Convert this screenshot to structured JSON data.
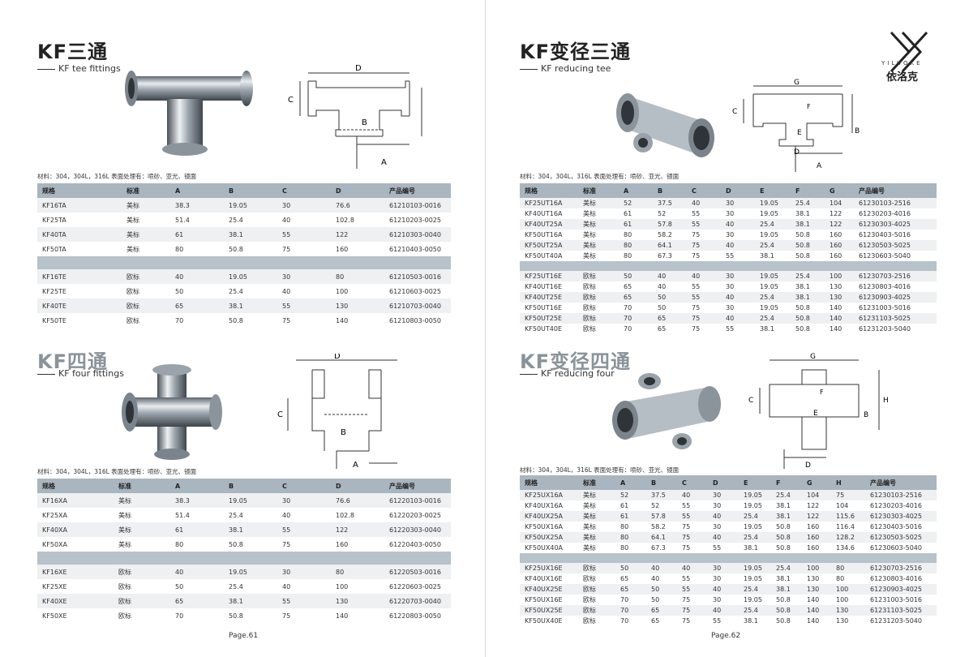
{
  "left": {
    "tee": {
      "title": "KF三通",
      "subtitle": "KF tee fittings",
      "material": "材料：304，304L，316L  表面处理有：喷砂、亚光、镜面",
      "headers": [
        "规格",
        "标准",
        "A",
        "B",
        "C",
        "D",
        "产品编号"
      ],
      "rows_us": [
        [
          "KF16TA",
          "美标",
          "38.3",
          "19.05",
          "30",
          "76.6",
          "61210103-0016"
        ],
        [
          "KF25TA",
          "美标",
          "51.4",
          "25.4",
          "40",
          "102.8",
          "61210203-0025"
        ],
        [
          "KF40TA",
          "美标",
          "61",
          "38.1",
          "55",
          "122",
          "61210303-0040"
        ],
        [
          "KF50TA",
          "美标",
          "80",
          "50.8",
          "75",
          "160",
          "61210403-0050"
        ]
      ],
      "rows_eu": [
        [
          "KF16TE",
          "欧标",
          "40",
          "19.05",
          "30",
          "80",
          "61210503-0016"
        ],
        [
          "KF25TE",
          "欧标",
          "50",
          "25.4",
          "40",
          "100",
          "61210603-0025"
        ],
        [
          "KF40TE",
          "欧标",
          "65",
          "38.1",
          "55",
          "130",
          "61210703-0040"
        ],
        [
          "KF50TE",
          "欧标",
          "70",
          "50.8",
          "75",
          "140",
          "61210803-0050"
        ]
      ]
    },
    "cross": {
      "title": "KF四通",
      "subtitle": "KF four fittings",
      "material": "材料：304，304L，316L  表面处理有：喷砂、亚光、镜面",
      "headers": [
        "规格",
        "标准",
        "A",
        "B",
        "C",
        "D",
        "产品编号"
      ],
      "rows_us": [
        [
          "KF16XA",
          "美标",
          "38.3",
          "19.05",
          "30",
          "76.6",
          "61220103-0016"
        ],
        [
          "KF25XA",
          "美标",
          "51.4",
          "25.4",
          "40",
          "102.8",
          "61220203-0025"
        ],
        [
          "KF40XA",
          "美标",
          "61",
          "38.1",
          "55",
          "122",
          "61220303-0040"
        ],
        [
          "KF50XA",
          "美标",
          "80",
          "50.8",
          "75",
          "160",
          "61220403-0050"
        ]
      ],
      "rows_eu": [
        [
          "KF16XE",
          "欧标",
          "40",
          "19.05",
          "30",
          "80",
          "61220503-0016"
        ],
        [
          "KF25XE",
          "欧标",
          "50",
          "25.4",
          "40",
          "100",
          "61220603-0025"
        ],
        [
          "KF40XE",
          "欧标",
          "65",
          "38.1",
          "55",
          "130",
          "61220703-0040"
        ],
        [
          "KF50XE",
          "欧标",
          "70",
          "50.8",
          "75",
          "140",
          "61220803-0050"
        ]
      ]
    },
    "page": "Page.61"
  },
  "right": {
    "logo": {
      "brand": "YILUOKE",
      "cn": "依洛克"
    },
    "rtee": {
      "title": "KF变径三通",
      "subtitle": "KF reducing tee",
      "material": "材料：304，304L，316L  表面处理有：喷砂、亚光、镜面",
      "headers": [
        "规格",
        "标准",
        "A",
        "B",
        "C",
        "D",
        "E",
        "F",
        "G",
        "产品编号"
      ],
      "rows_us": [
        [
          "KF25UT16A",
          "美标",
          "52",
          "37.5",
          "40",
          "30",
          "19.05",
          "25.4",
          "104",
          "61230103-2516"
        ],
        [
          "KF40UT16A",
          "美标",
          "61",
          "52",
          "55",
          "30",
          "19.05",
          "38.1",
          "122",
          "61230203-4016"
        ],
        [
          "KF40UT25A",
          "美标",
          "61",
          "57.8",
          "55",
          "40",
          "25.4",
          "38.1",
          "122",
          "61230303-4025"
        ],
        [
          "KF50UT16A",
          "美标",
          "80",
          "58.2",
          "75",
          "30",
          "19.05",
          "50.8",
          "160",
          "61230403-5016"
        ],
        [
          "KF50UT25A",
          "美标",
          "80",
          "64.1",
          "75",
          "40",
          "25.4",
          "50.8",
          "160",
          "61230503-5025"
        ],
        [
          "KF50UT40A",
          "美标",
          "80",
          "67.3",
          "75",
          "55",
          "38.1",
          "50.8",
          "160",
          "61230603-5040"
        ]
      ],
      "rows_eu": [
        [
          "KF25UT16E",
          "欧标",
          "50",
          "40",
          "40",
          "30",
          "19.05",
          "25.4",
          "100",
          "61230703-2516"
        ],
        [
          "KF40UT16E",
          "欧标",
          "65",
          "40",
          "55",
          "30",
          "19.05",
          "38.1",
          "130",
          "61230803-4016"
        ],
        [
          "KF40UT25E",
          "欧标",
          "65",
          "50",
          "55",
          "40",
          "25.4",
          "38.1",
          "130",
          "61230903-4025"
        ],
        [
          "KF50UT16E",
          "欧标",
          "70",
          "50",
          "75",
          "30",
          "19.05",
          "50.8",
          "140",
          "61231003-5016"
        ],
        [
          "KF50UT25E",
          "欧标",
          "70",
          "65",
          "75",
          "40",
          "25.4",
          "50.8",
          "140",
          "61231103-5025"
        ],
        [
          "KF50UT40E",
          "欧标",
          "70",
          "65",
          "75",
          "55",
          "38.1",
          "50.8",
          "140",
          "61231203-5040"
        ]
      ]
    },
    "rcross": {
      "title": "KF变径四通",
      "subtitle": "KF reducing four",
      "material": "材料：304，304L，316L  表面处理有：喷砂、亚光、镜面",
      "headers": [
        "规格",
        "标准",
        "A",
        "B",
        "C",
        "D",
        "E",
        "F",
        "G",
        "H",
        "产品编号"
      ],
      "rows_us": [
        [
          "KF25UX16A",
          "美标",
          "52",
          "37.5",
          "40",
          "30",
          "19.05",
          "25.4",
          "104",
          "75",
          "61230103-2516"
        ],
        [
          "KF40UX16A",
          "美标",
          "61",
          "52",
          "55",
          "30",
          "19.05",
          "38.1",
          "122",
          "104",
          "61230203-4016"
        ],
        [
          "KF40UX25A",
          "美标",
          "61",
          "57.8",
          "55",
          "40",
          "25.4",
          "38.1",
          "122",
          "115.6",
          "61230303-4025"
        ],
        [
          "KF50UX16A",
          "美标",
          "80",
          "58.2",
          "75",
          "30",
          "19.05",
          "50.8",
          "160",
          "116.4",
          "61230403-5016"
        ],
        [
          "KF50UX25A",
          "美标",
          "80",
          "64.1",
          "75",
          "40",
          "25.4",
          "50.8",
          "160",
          "128.2",
          "61230503-5025"
        ],
        [
          "KF50UX40A",
          "美标",
          "80",
          "67.3",
          "75",
          "55",
          "38.1",
          "50.8",
          "160",
          "134.6",
          "61230603-5040"
        ]
      ],
      "rows_eu": [
        [
          "KF25UX16E",
          "欧标",
          "50",
          "40",
          "40",
          "30",
          "19.05",
          "25.4",
          "100",
          "80",
          "61230703-2516"
        ],
        [
          "KF40UX16E",
          "欧标",
          "65",
          "40",
          "55",
          "30",
          "19.05",
          "38.1",
          "130",
          "80",
          "61230803-4016"
        ],
        [
          "KF40UX25E",
          "欧标",
          "65",
          "50",
          "55",
          "40",
          "25.4",
          "38.1",
          "130",
          "100",
          "61230903-4025"
        ],
        [
          "KF50UX16E",
          "欧标",
          "70",
          "50",
          "75",
          "30",
          "19.05",
          "50.8",
          "140",
          "100",
          "61231003-5016"
        ],
        [
          "KF50UX25E",
          "欧标",
          "70",
          "65",
          "75",
          "40",
          "25.4",
          "50.8",
          "140",
          "130",
          "61231103-5025"
        ],
        [
          "KF50UX40E",
          "欧标",
          "70",
          "65",
          "75",
          "55",
          "38.1",
          "50.8",
          "140",
          "130",
          "61231203-5040"
        ]
      ]
    },
    "page": "Page.62"
  },
  "dims": {
    "tee": [
      "D",
      "C",
      "B",
      "A"
    ],
    "cross": [
      "D",
      "C",
      "B",
      "A"
    ],
    "rtee": [
      "G",
      "C",
      "F",
      "E",
      "B",
      "D",
      "A"
    ],
    "rcross": [
      "G",
      "C",
      "F",
      "B",
      "H",
      "E",
      "D"
    ]
  }
}
